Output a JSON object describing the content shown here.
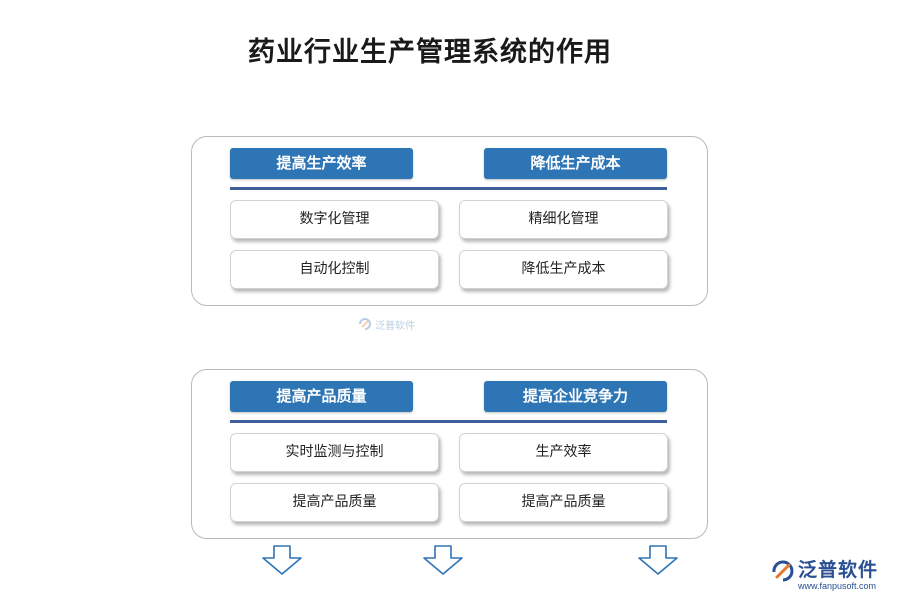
{
  "title": "药业行业生产管理系统的作用",
  "panels": [
    {
      "headers": [
        "提高生产效率",
        "降低生产成本"
      ],
      "items": [
        "数字化管理",
        "精细化管理",
        "自动化控制",
        "降低生产成本"
      ]
    },
    {
      "headers": [
        "提高产品质量",
        "提高企业竞争力"
      ],
      "items": [
        "实时监测与控制",
        "生产效率",
        "提高产品质量",
        "提高产品质量"
      ]
    }
  ],
  "watermark": "泛普软件",
  "logo": {
    "name": "泛普软件",
    "url": "www.fanpusoft.com"
  },
  "colors": {
    "header_bg": "#2e75b6",
    "rule": "#3f5f9b",
    "arrow": "#2e75b6",
    "logo": "#2a4f92"
  }
}
